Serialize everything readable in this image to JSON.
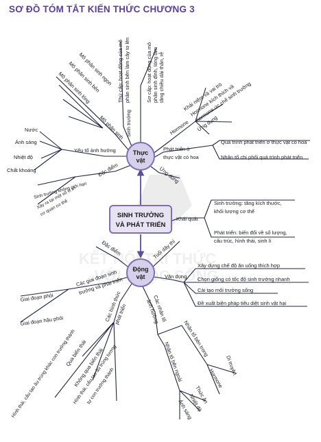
{
  "title": "SƠ ĐỒ TÓM TẮT KIẾN THỨC CHƯƠNG 3",
  "watermark": {
    "line1": "KẾT NỐI TRI THỨC",
    "line2": "VỚI CUỘC SỐNG"
  },
  "center": {
    "line1": "SINH TRƯỞNG",
    "line2": "VÀ PHÁT TRIỂN"
  },
  "khai_quat": {
    "label": "Khái quát",
    "items": [
      {
        "line1": "Sinh trưởng: tăng kích thước,",
        "line2": "khối lượng cơ thể"
      },
      {
        "line1": "Phát triển: biến đổi về số lượng,",
        "line2": "cấu trúc, hình thái, sinh lí"
      }
    ]
  },
  "thuc_vat": {
    "label_line1": "Thực",
    "label_line2": "vật",
    "sinh_truong": {
      "label": "Sinh trưởng",
      "thu_cap": {
        "line1": "Thứ cấp: hoạt động của mô",
        "line2": "phân sinh bên làm cây to lên"
      },
      "so_cap": {
        "line1": "Sơ cấp: hoạt động của mô",
        "line2": "phân sinh đỉnh, lóng làm",
        "line3": "tăng chiều dài thân, rễ"
      }
    },
    "mo_phan_sinh": {
      "label": "Mô phân sinh",
      "items": [
        "Mô phân sinh ngọn",
        "Mô phân sinh bên",
        "Mô phân sinh lóng"
      ]
    },
    "hormone": {
      "label": "Hormone",
      "items": [
        "Khái niệm và vai trò",
        "Hormone kích thích và",
        "hormone ức chế sinh trưởng",
        "Ứng dụng"
      ]
    },
    "yeu_to": {
      "label": "Yếu tố ảnh hưởng",
      "items": [
        "Nước",
        "Ánh sáng",
        "Nhiệt độ",
        "Chất khoáng"
      ]
    },
    "phat_trien": {
      "label_line1": "Phát triển ở",
      "label_line2": "thực vật có hoa",
      "items": [
        "Quá trình phát triển ở thực vật có hoa",
        "Nhân tố chi phối quá trình phát triển"
      ]
    },
    "dac_diem": {
      "label": "Đặc điểm",
      "items": [
        "Sinh trưởng không giới hạn",
        "Xảy ra tại một số vị trí",
        "cơ quan cơ thể"
      ]
    },
    "ung_dung": "Ứng dụng"
  },
  "dong_vat": {
    "label_line1": "Động",
    "label_line2": "vật",
    "dac_diem": "Đặc điểm",
    "tuoi_day_thi": "Tuổi dậy thì",
    "cac_giai_doan": {
      "label_line1": "Các giai đoạn sinh",
      "label_line2": "trưởng và phát triển",
      "items": [
        "Giai đoạn phôi",
        "Giai đoạn hậu phôi"
      ]
    },
    "hinh_thuc": {
      "label_line1": "Các hình thức",
      "label_line2": "phát triển",
      "items": [
        "Hình thái, cấu tạo âu trùng khác con trưởng thành",
        "Qua biến thái",
        "Không qua biến thái",
        "Hình thái, cấu tạo âu trùng tương",
        "tự con trưởng thành"
      ]
    },
    "nhan_to": {
      "label_line1": "Các nhân tố",
      "label_line2": "ảnh hưởng",
      "ben_trong": {
        "label": "Nhân tố bên trong",
        "items": [
          "Di truyền",
          "Hormone"
        ]
      },
      "ben_ngoai": {
        "label": "Nhân tố bên ngoài",
        "items": [
          "Thức ăn",
          "Nhiệt độ",
          "Ánh sáng"
        ]
      }
    },
    "van_dung": {
      "label": "Vận dụng",
      "items": [
        "Xây dựng chế độ ăn uống thích hợp",
        "Chọn giống có tốc độ sinh trưởng nhanh",
        "Cải tạo môi trường sống",
        "Đề xuất biện pháp tiêu diệt sinh vật hại"
      ]
    }
  },
  "colors": {
    "title": "#5b3f94",
    "node_fill": "#d6d0ea",
    "node_stroke": "#7b6fb6",
    "center_fill": "#e7e3f3",
    "line": "#1f2240"
  }
}
